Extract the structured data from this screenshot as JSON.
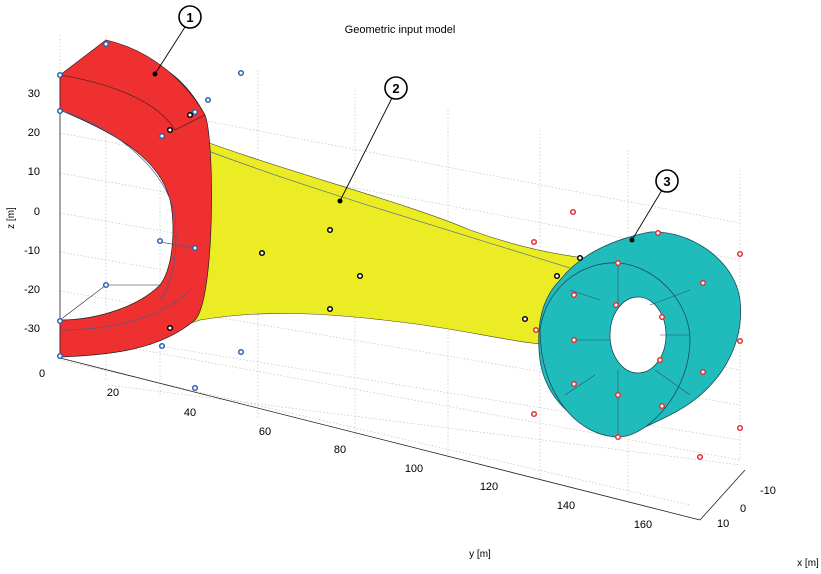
{
  "title": "Geometric input model",
  "axes": {
    "z_label": "z [m]",
    "y_label": "y [m]",
    "x_label": "x [m]",
    "z_ticks": [
      "30",
      "20",
      "10",
      "0",
      "-10",
      "-20",
      "-30"
    ],
    "y_ticks": [
      "0",
      "20",
      "40",
      "60",
      "80",
      "100",
      "120",
      "140",
      "160"
    ],
    "x_ticks": [
      "-10",
      "0",
      "10"
    ]
  },
  "callouts": [
    "1",
    "2",
    "3"
  ],
  "colors": {
    "part1": "#ee3030",
    "part2": "#ecec24",
    "part3": "#20bcbc",
    "control_blue": "#2a5fb0",
    "control_red": "#e03030",
    "control_black": "#000000"
  }
}
